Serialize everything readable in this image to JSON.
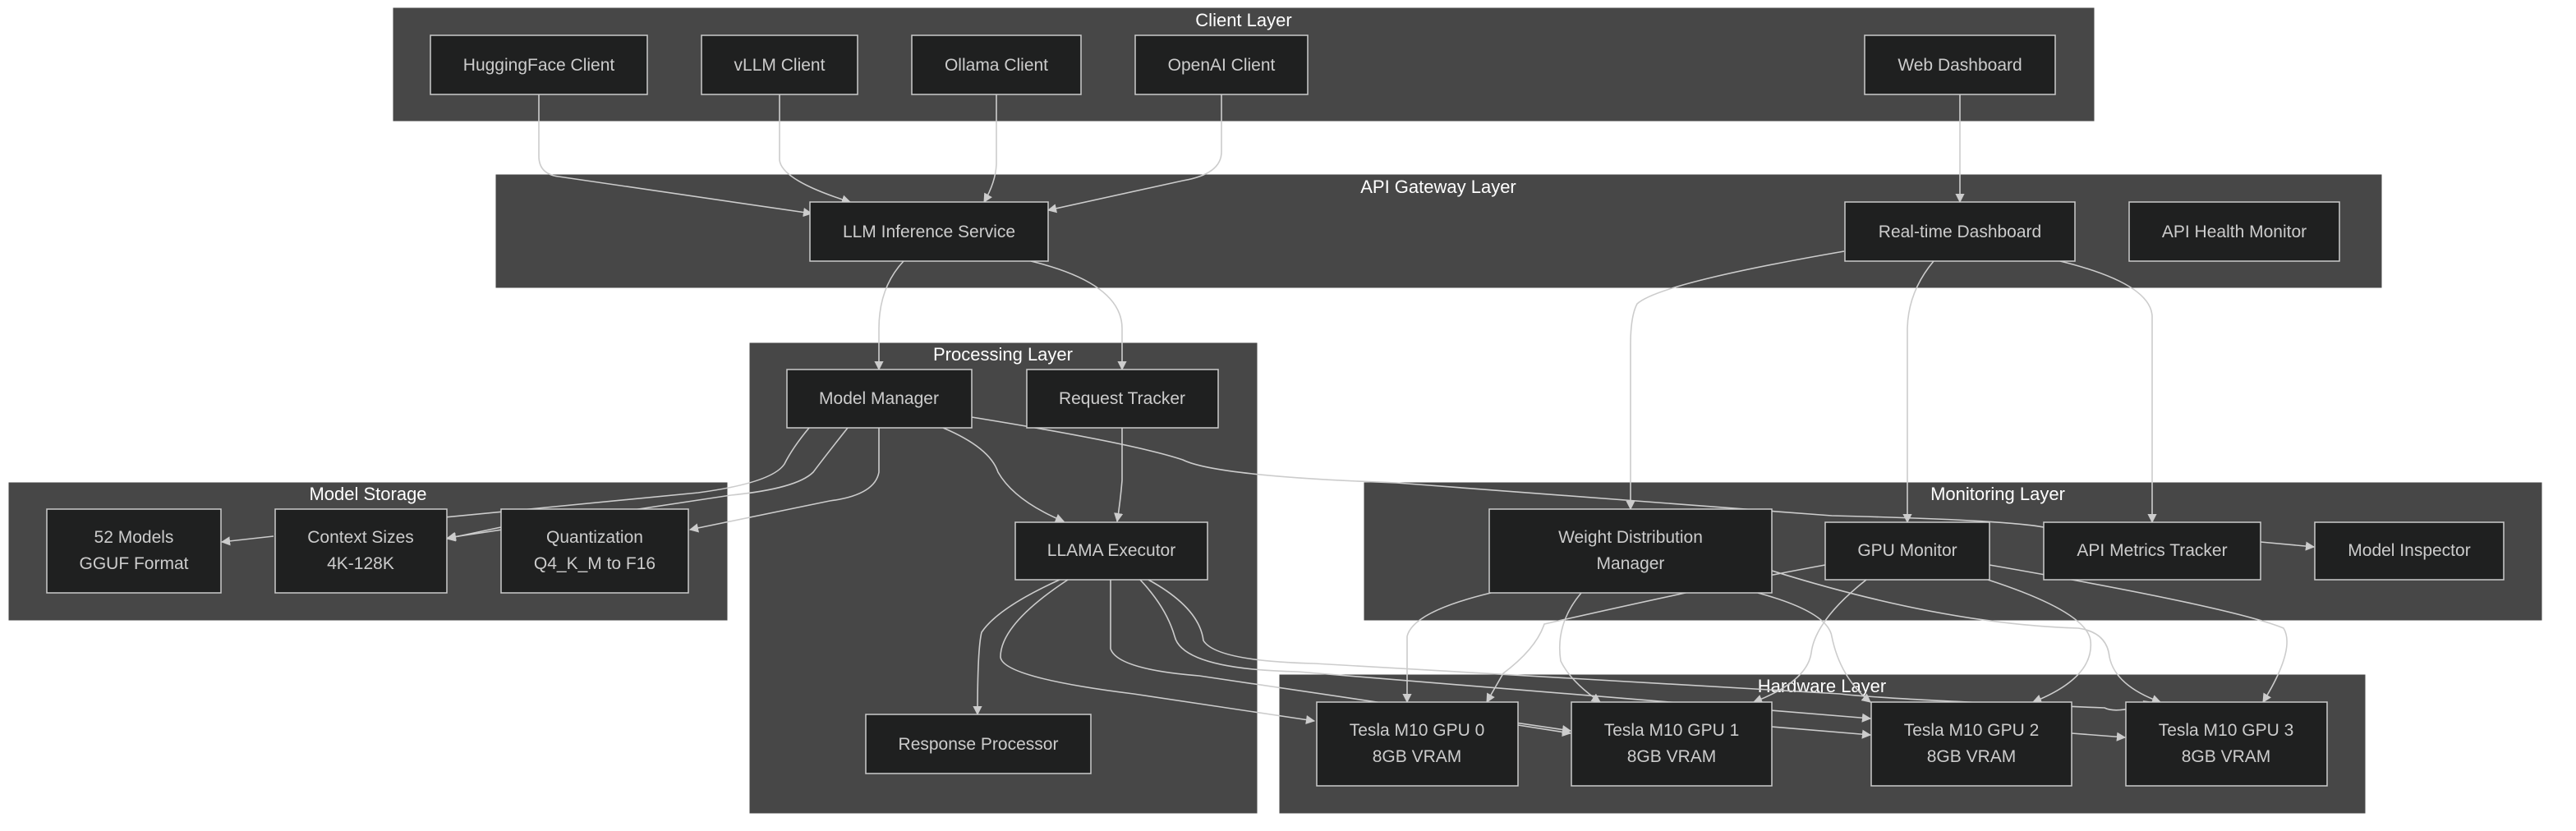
{
  "diagram": {
    "layers": {
      "client": "Client Layer",
      "gateway": "API Gateway Layer",
      "processing": "Processing Layer",
      "storage": "Model Storage",
      "monitoring": "Monitoring Layer",
      "hardware": "Hardware Layer"
    },
    "nodes": {
      "hf": [
        "HuggingFace Client"
      ],
      "vllm": [
        "vLLM Client"
      ],
      "ollama": [
        "Ollama Client"
      ],
      "openai": [
        "OpenAI Client"
      ],
      "webdash": [
        "Web Dashboard"
      ],
      "llm": [
        "LLM Inference Service"
      ],
      "rtdash": [
        "Real-time Dashboard"
      ],
      "health": [
        "API Health Monitor"
      ],
      "mm": [
        "Model Manager"
      ],
      "rt": [
        "Request Tracker"
      ],
      "exec": [
        "LLAMA Executor"
      ],
      "resp": [
        "Response Processor"
      ],
      "models": [
        "52 Models",
        "GGUF Format"
      ],
      "ctx": [
        "Context Sizes",
        "4K-128K"
      ],
      "quant": [
        "Quantization",
        "Q4_K_M to F16"
      ],
      "wdm": [
        "Weight Distribution",
        "Manager"
      ],
      "gpumon": [
        "GPU Monitor"
      ],
      "metrics": [
        "API Metrics Tracker"
      ],
      "inspector": [
        "Model Inspector"
      ],
      "gpu0": [
        "Tesla M10 GPU 0",
        "8GB VRAM"
      ],
      "gpu1": [
        "Tesla M10 GPU 1",
        "8GB VRAM"
      ],
      "gpu2": [
        "Tesla M10 GPU 2",
        "8GB VRAM"
      ],
      "gpu3": [
        "Tesla M10 GPU 3",
        "8GB VRAM"
      ]
    },
    "edges": [
      [
        "hf",
        "llm"
      ],
      [
        "vllm",
        "llm"
      ],
      [
        "ollama",
        "llm"
      ],
      [
        "openai",
        "llm"
      ],
      [
        "webdash",
        "rtdash"
      ],
      [
        "llm",
        "mm"
      ],
      [
        "llm",
        "rt"
      ],
      [
        "mm",
        "exec"
      ],
      [
        "mm",
        "models"
      ],
      [
        "mm",
        "ctx"
      ],
      [
        "mm",
        "quant"
      ],
      [
        "mm",
        "metrics"
      ],
      [
        "rt",
        "exec"
      ],
      [
        "exec",
        "resp"
      ],
      [
        "exec",
        "gpu0"
      ],
      [
        "exec",
        "gpu1"
      ],
      [
        "exec",
        "gpu2"
      ],
      [
        "exec",
        "gpu3"
      ],
      [
        "ctx",
        "models"
      ],
      [
        "quant",
        "ctx"
      ],
      [
        "rtdash",
        "wdm"
      ],
      [
        "rtdash",
        "gpumon"
      ],
      [
        "rtdash",
        "metrics"
      ],
      [
        "metrics",
        "inspector"
      ],
      [
        "wdm",
        "gpu0"
      ],
      [
        "wdm",
        "gpu1"
      ],
      [
        "wdm",
        "gpu2"
      ],
      [
        "wdm",
        "gpu3"
      ],
      [
        "gpumon",
        "gpu0"
      ],
      [
        "gpumon",
        "gpu1"
      ],
      [
        "gpumon",
        "gpu2"
      ],
      [
        "gpumon",
        "gpu3"
      ],
      [
        "gpu0",
        "gpu1"
      ],
      [
        "gpu1",
        "gpu2"
      ],
      [
        "gpu2",
        "gpu3"
      ]
    ]
  }
}
